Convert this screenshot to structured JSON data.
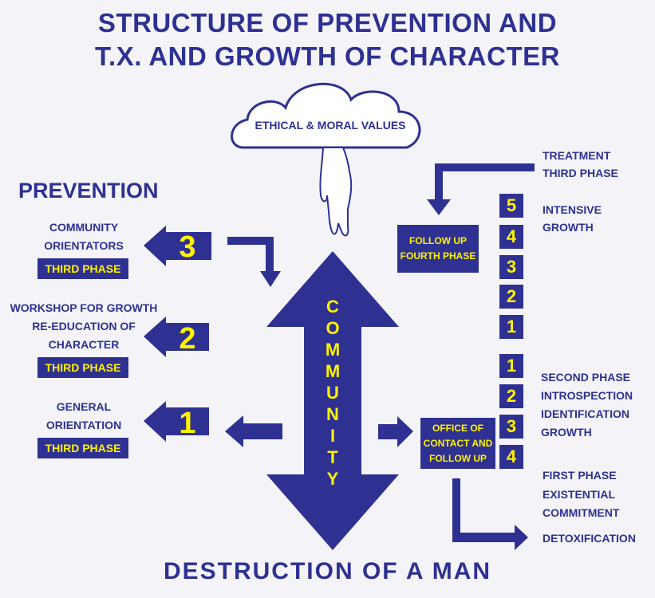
{
  "title": {
    "line1": "STRUCTURE OF PREVENTION AND",
    "line2": "T.X. AND GROWTH OF CHARACTER"
  },
  "cloud": {
    "label": "ETHICAL & MORAL VALUES"
  },
  "prevention": {
    "heading": "PREVENTION",
    "items": [
      {
        "label_line1": "COMMUNITY",
        "label_line2": "ORIENTATORS",
        "label_line3": "",
        "phase": "THIRD PHASE",
        "number": "3"
      },
      {
        "label_line1": "WORKSHOP FOR GROWTH",
        "label_line2": "RE-EDUCATION OF",
        "label_line3": "CHARACTER",
        "phase": "THIRD PHASE",
        "number": "2"
      },
      {
        "label_line1": "GENERAL",
        "label_line2": "ORIENTATION",
        "label_line3": "",
        "phase": "THIRD PHASE",
        "number": "1"
      }
    ]
  },
  "community": {
    "letters": [
      "C",
      "O",
      "M",
      "M",
      "U",
      "N",
      "I",
      "T",
      "Y"
    ]
  },
  "treatment": {
    "third_phase_line1": "TREATMENT",
    "third_phase_line2": "THIRD PHASE",
    "follow_up_line1": "FOLLOW UP",
    "follow_up_line2": "FOURTH PHASE",
    "office_line1": "OFFICE OF",
    "office_line2": "CONTACT AND",
    "office_line3": "FOLLOW UP",
    "intensive_line1": "INTENSIVE",
    "intensive_line2": "GROWTH",
    "upper_numbers": [
      "5",
      "4",
      "3",
      "2",
      "1"
    ],
    "lower_numbers": [
      "1",
      "2",
      "3",
      "4"
    ],
    "second_phase": [
      "SECOND PHASE",
      "INTROSPECTION",
      "IDENTIFICATION",
      "GROWTH"
    ],
    "first_phase": [
      "FIRST PHASE",
      "EXISTENTIAL",
      "COMMITMENT"
    ],
    "detox": "DETOXIFICATION"
  },
  "bottom": "DESTRUCTION OF A MAN",
  "colors": {
    "navy": "#2e3192",
    "yellow": "#fff200",
    "background": "#f4f4f8"
  }
}
